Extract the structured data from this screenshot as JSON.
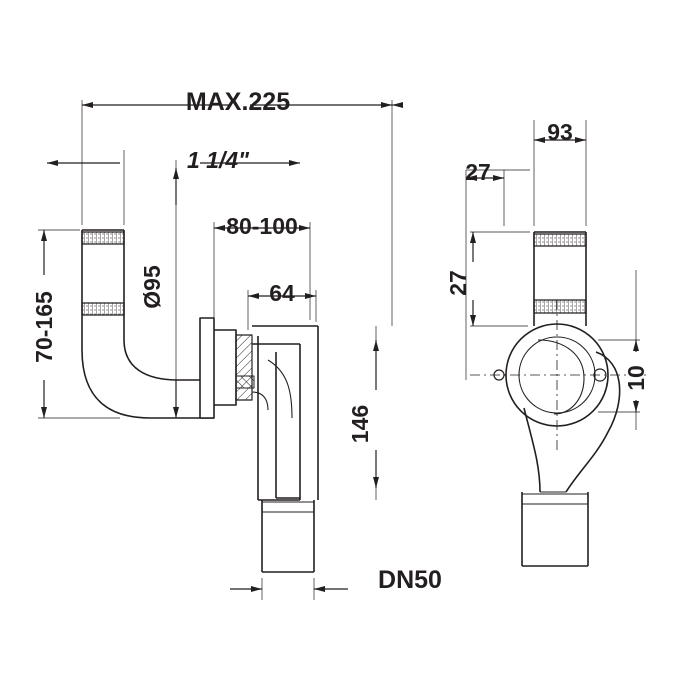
{
  "drawing": {
    "title": "Technical dimension drawing of a P-trap siphon (side view and top view)",
    "background_color": "#ffffff",
    "line_color": "#231f20",
    "hatch_color": "#231f20",
    "dimensions": {
      "max_width": "MAX.225",
      "thread_size": "1 1/4\"",
      "offset_range": "80-100",
      "diameter_95": "Ø95",
      "height_range": "70-165",
      "length_64": "64",
      "height_146": "146",
      "outlet_size": "DN50",
      "width_93": "93",
      "offset_27_top": "27",
      "offset_27_left": "27",
      "offset_10": "10"
    }
  }
}
